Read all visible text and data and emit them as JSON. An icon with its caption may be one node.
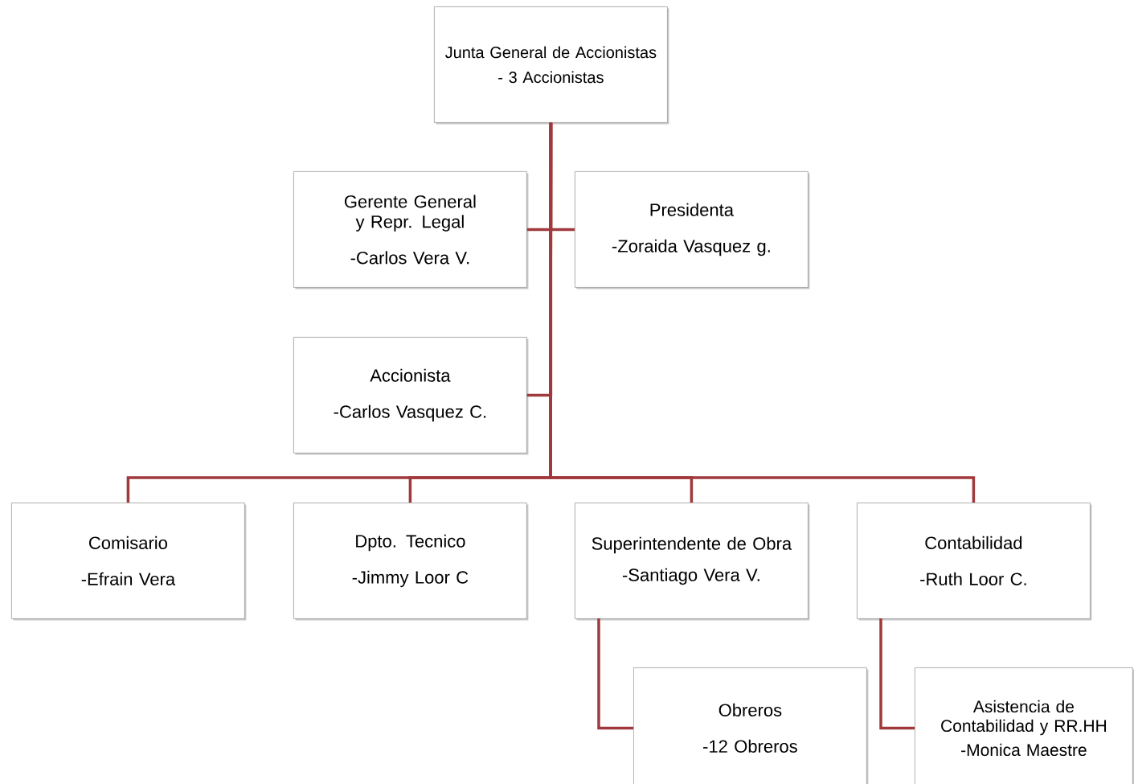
{
  "diagram": {
    "nodes": [
      {
        "text": [
          "Junta General de Accionistas",
          "- 3 Accionistas"
        ]
      },
      {
        "text": [
          "Gerente General y Repr. Legal",
          "-Carlos Vera V."
        ]
      },
      {
        "text": [
          "Presidenta",
          "-Zoraida Vasquez g."
        ]
      },
      {
        "text": [
          "Accionista",
          "-Carlos Vasquez C."
        ]
      },
      {
        "text": [
          "Comisario",
          "-Efrain Vera"
        ]
      },
      {
        "text": [
          "Dpto. Tecnico",
          "-Jimmy Loor C"
        ]
      },
      {
        "text": [
          "Superintendente de Obra",
          "-Santiago Vera V."
        ]
      },
      {
        "text": [
          "Contabilidad",
          "-Ruth Loor C."
        ]
      },
      {
        "text": [
          "Obreros",
          "-12 Obreros"
        ]
      },
      {
        "text": [
          "Asistencia de Contabilidad y RR.HH",
          "-Monica Maestre"
        ]
      }
    ],
    "edges": [
      {
        "from": 0,
        "to": 1,
        "arrow": "none"
      },
      {
        "from": 0,
        "to": 2,
        "arrow": "none"
      },
      {
        "from": 0,
        "to": 3,
        "arrow": "none"
      },
      {
        "from": 0,
        "to": 4,
        "arrow": "none"
      },
      {
        "from": 0,
        "to": 5,
        "arrow": "none"
      },
      {
        "from": 0,
        "to": 6,
        "arrow": "none"
      },
      {
        "from": 0,
        "to": 7,
        "arrow": "none"
      },
      {
        "from": 6,
        "to": 8,
        "arrow": "none"
      },
      {
        "from": 7,
        "to": 9,
        "arrow": "none"
      }
    ]
  }
}
